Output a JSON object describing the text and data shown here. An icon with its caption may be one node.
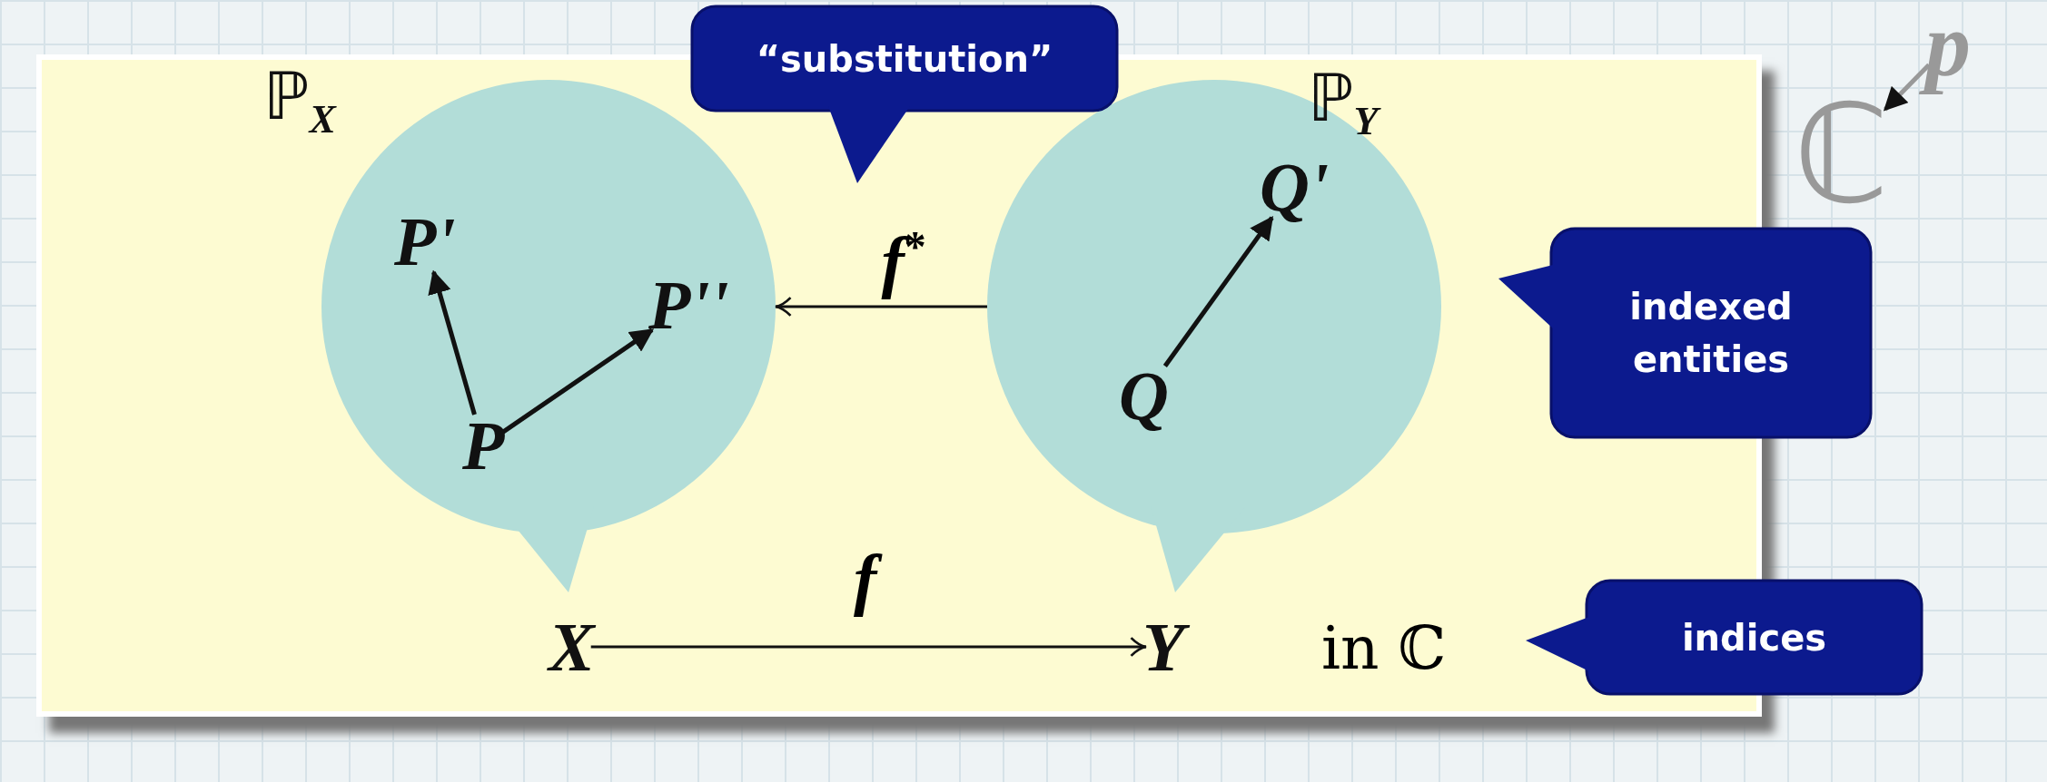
{
  "diagram": {
    "nodes": [
      {
        "text": [],
        "shape": "circle"
      },
      {
        "text": [
          "P'"
        ],
        "in": 0
      },
      {
        "text": [
          "P''"
        ],
        "in": 0
      },
      {
        "text": [
          "P"
        ],
        "in": 0
      },
      {
        "text": [],
        "shape": "circle"
      },
      {
        "text": [
          "Q'"
        ],
        "in": 4
      },
      {
        "text": [
          "Q"
        ],
        "in": 4
      },
      {
        "text": [
          "X"
        ]
      },
      {
        "text": [
          "Y"
        ]
      },
      {
        "text": [
          "p"
        ]
      },
      {
        "text": [
          "ℂ"
        ]
      },
      {
        "text": [
          "“substitution”"
        ]
      },
      {
        "text": [
          "indexed entities"
        ]
      },
      {
        "text": [
          "indices"
        ]
      }
    ],
    "edges": [
      {
        "from": 3,
        "to": 1,
        "arrow": "to"
      },
      {
        "from": 3,
        "to": 2,
        "arrow": "to"
      },
      {
        "from": 6,
        "to": 5,
        "arrow": "to"
      },
      {
        "from": 4,
        "to": 0,
        "arrow": "to",
        "label": "f$^{*}$"
      },
      {
        "from": 7,
        "to": 8,
        "arrow": "to",
        "label": "f"
      },
      {
        "from": 9,
        "to": 10,
        "arrow": "to",
        "color": "#999999"
      }
    ],
    "labels": [
      "ℙ$_{X}$",
      "ℙ$_{Y}$",
      "in ℂ"
    ]
  }
}
